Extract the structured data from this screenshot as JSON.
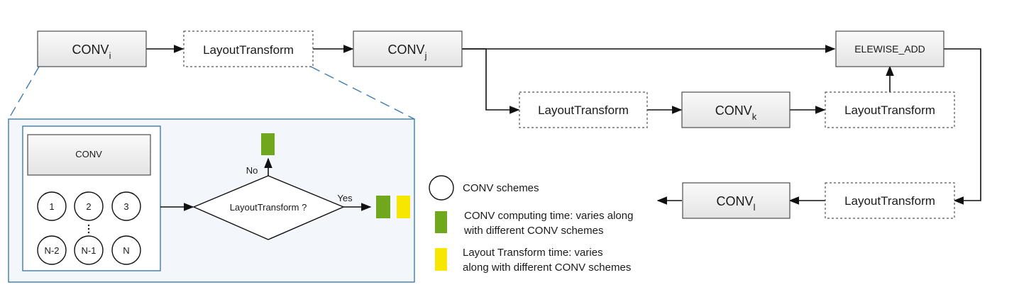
{
  "nodes": {
    "conv_i": {
      "label": "CONV",
      "sub": "i"
    },
    "layout_1": {
      "label": "LayoutTransform"
    },
    "conv_j": {
      "label": "CONV",
      "sub": "j"
    },
    "elewise_add": {
      "label": "ELEWISE_ADD"
    },
    "layout_2": {
      "label": "LayoutTransform"
    },
    "conv_k": {
      "label": "CONV",
      "sub": "k"
    },
    "layout_3": {
      "label": "LayoutTransform"
    },
    "layout_4": {
      "label": "LayoutTransform"
    },
    "conv_l": {
      "label": "CONV",
      "sub": "l"
    }
  },
  "zoom_panel": {
    "conv_box_label": "CONV",
    "schemes": [
      "1",
      "2",
      "3",
      "N-2",
      "N-1",
      "N"
    ],
    "decision_label": "LayoutTransform ?",
    "no_label": "No",
    "yes_label": "Yes"
  },
  "legend": {
    "circle_text": "CONV schemes",
    "green_line1": "CONV computing time: varies along",
    "green_line2": "with different CONV schemes",
    "yellow_line1": "Layout Transform time: varies",
    "yellow_line2": "along with different CONV schemes"
  },
  "colors": {
    "green": "#6fa81c",
    "yellow": "#f7e600",
    "panel_border": "#3d7cb0",
    "panel_fill": "#f3f6fb",
    "zoom_line": "#3d7cb0"
  }
}
